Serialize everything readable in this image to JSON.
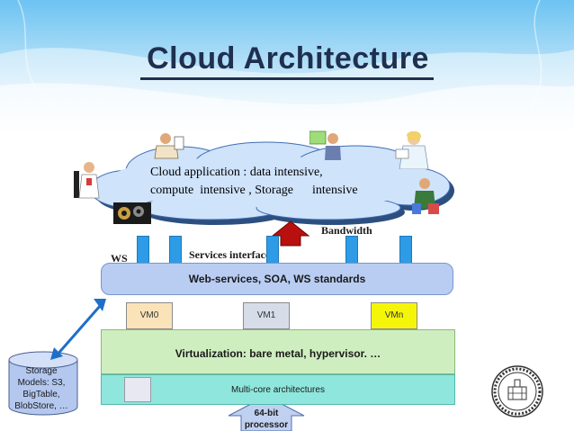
{
  "title": "Cloud  Architecture",
  "cloud": {
    "line1": "Cloud application : data intensive,",
    "line2": "compute  intensive , Storage      intensive"
  },
  "labels": {
    "ws": "WS",
    "services_interface": "Services interface",
    "bandwidth": "Bandwidth"
  },
  "layers": {
    "web_services": "Web-services,  SOA, WS standards",
    "virtualization": "Virtualization: bare metal, hypervisor. …",
    "multicore": "Multi-core architectures"
  },
  "vms": [
    {
      "label": "VM0",
      "color": "#fbe3b9"
    },
    {
      "label": "VM1",
      "color": "#d6dce8"
    },
    {
      "label": "VMn",
      "color": "#f5f50a"
    }
  ],
  "storage": {
    "line1": "Storage",
    "line2": "Models: S3,",
    "line3": "BigTable,",
    "line4": "BlobStore, …"
  },
  "processor": {
    "line1": "64-bit",
    "line2": "processor"
  },
  "colors": {
    "ws_bar": "#b9cdf3",
    "port": "#2e9be6",
    "virtualization": "#cfeec0",
    "multicore": "#8fe6dc",
    "storage": "#b4c7ef",
    "bandwidth_arrow": "#b80f0f"
  }
}
